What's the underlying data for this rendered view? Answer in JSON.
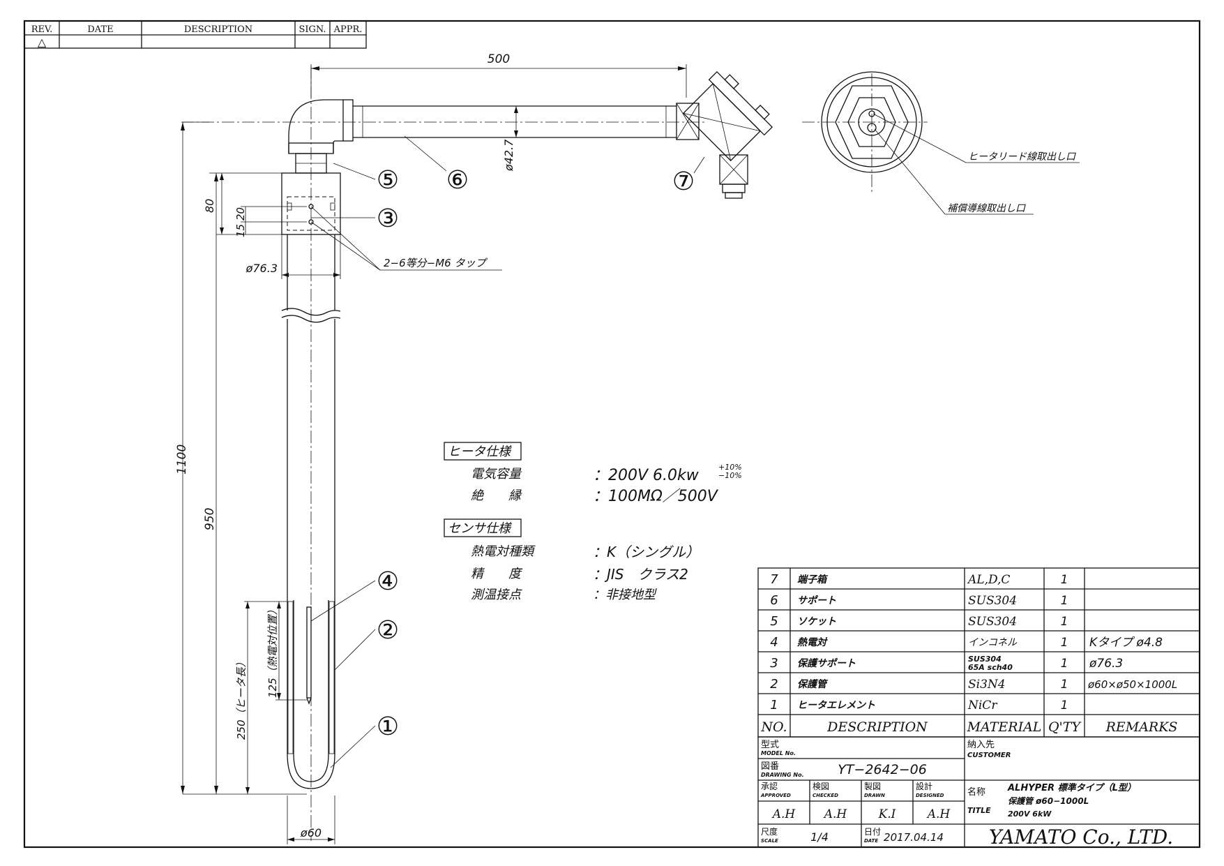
{
  "revision_table": {
    "headers": [
      "REV.",
      "DATE",
      "DESCRIPTION",
      "SIGN.",
      "APPR."
    ],
    "rev_mark": "△"
  },
  "dimensions": {
    "horizontal_length": "500",
    "support_dia": "ø42.7",
    "total_length": "1100",
    "inner_length": "950",
    "support_height": "80",
    "dim_20": "20",
    "dim_15": "15",
    "support_outer_dia": "ø76.3",
    "tube_dia": "ø60",
    "heater_length": "250（ヒータ長）",
    "tc_position": "125（熱電対位置）",
    "tap_note": "2−6等分−M6 タップ"
  },
  "balloons": [
    "①",
    "②",
    "③",
    "④",
    "⑤",
    "⑥",
    "⑦"
  ],
  "end_view": {
    "heater_lead_note": "ヒータリード線取出し口",
    "comp_lead_note": "補償導線取出し口"
  },
  "specs": {
    "heater_heading": "ヒータ仕様",
    "heater_rows": [
      {
        "label": "電気容量",
        "value": "：200V 6.0kw",
        "tol_plus": "+10%",
        "tol_minus": "−10%"
      },
      {
        "label": "絶　　縁",
        "value": "：100MΩ／500V"
      }
    ],
    "sensor_heading": "センサ仕様",
    "sensor_rows": [
      {
        "label": "熱電対種類",
        "value": "：K（シングル）"
      },
      {
        "label": "精　　度",
        "value": "：JIS　クラス2"
      },
      {
        "label": "測温接点",
        "value": "：非接地型"
      }
    ]
  },
  "parts_list": {
    "rows": [
      {
        "no": "7",
        "desc": "端子箱",
        "material": "AL,D,C",
        "qty": "1",
        "remarks": ""
      },
      {
        "no": "6",
        "desc": "サポート",
        "material": "SUS304",
        "qty": "1",
        "remarks": ""
      },
      {
        "no": "5",
        "desc": "ソケット",
        "material": "SUS304",
        "qty": "1",
        "remarks": ""
      },
      {
        "no": "4",
        "desc": "熱電対",
        "material": "インコネル",
        "qty": "1",
        "remarks": "Kタイプ ø4.8"
      },
      {
        "no": "3",
        "desc": "保護サポート",
        "material": "SUS304",
        "material2": "65A sch40",
        "qty": "1",
        "remarks": "ø76.3"
      },
      {
        "no": "2",
        "desc": "保護管",
        "material": "Si3N4",
        "qty": "1",
        "remarks": "ø60×ø50×1000L"
      },
      {
        "no": "1",
        "desc": "ヒータエレメント",
        "material": "NiCr",
        "qty": "1",
        "remarks": ""
      }
    ],
    "header": {
      "no": "NO.",
      "desc": "DESCRIPTION",
      "material": "MATERIAL",
      "qty": "Q'TY",
      "remarks": "REMARKS"
    }
  },
  "title_block": {
    "model_label": "型式",
    "model_label_en": "MODEL No.",
    "customer_label": "納入先",
    "customer_label_en": "CUSTOMER",
    "drawing_label": "図番",
    "drawing_label_en": "DRAWING No.",
    "drawing_no": "YT−2642−06",
    "approved_label": "承認",
    "approved_en": "APPROVED",
    "checked_label": "検図",
    "checked_en": "CHECKED",
    "drawn_label": "製図",
    "drawn_en": "DRAWN",
    "designed_label": "設計",
    "designed_en": "DESIGNED",
    "approved": "A.H",
    "checked": "A.H",
    "drawn": "K.I",
    "designed": "A.H",
    "name_label": "名称",
    "title_label": "TITLE",
    "title_line1": "ALHYPER 標準タイプ（L型）",
    "title_line2": "保護管 ø60−1000L",
    "title_line3": "200V 6kW",
    "scale_label": "尺度",
    "scale_en": "SCALE",
    "scale": "1/4",
    "date_label": "日付",
    "date_en": "DATE",
    "date": "2017.04.14",
    "company": "YAMATO Co., LTD."
  }
}
